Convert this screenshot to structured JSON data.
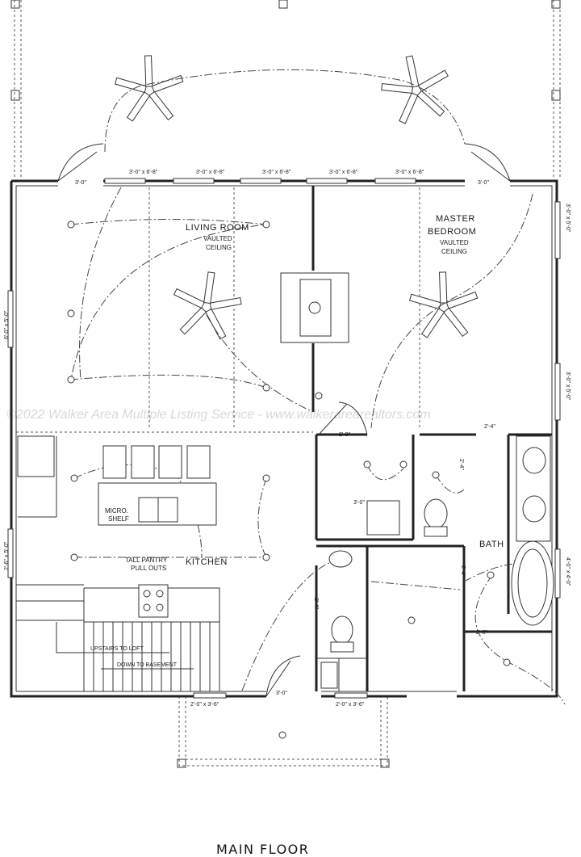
{
  "title": "MAIN FLOOR",
  "watermark": "©2022 Walker Area Multiple Listing Service - www.walkerarearealtors.com",
  "rooms": {
    "living": {
      "name": "LIVING ROOM",
      "line1": "VAULTED",
      "line2": "CEILING"
    },
    "master": {
      "name1": "MASTER",
      "name2": "BEDROOM",
      "line1": "VAULTED",
      "line2": "CEILING"
    },
    "kitchen": {
      "name": "KITCHEN"
    },
    "bath": {
      "name": "BATH"
    }
  },
  "kitchen_labels": {
    "micro1": "MICRO.",
    "micro2": "SHELF",
    "tall1": "TALL PANTRY",
    "tall2": "PULL OUTS"
  },
  "stairs": {
    "up": "UPSTAIRS TO LOFT",
    "down": "DOWN TO BASEMENT"
  },
  "dimensions": {
    "win_top": "3'-0\" x 6'-8\"",
    "door_left": "3'-0\"",
    "door_right": "3'-0\"",
    "left_wall": "6'-0\" x 5'-0\"",
    "left_lower": "2'-6\" x 5'-0\"",
    "right_upper": "3'-0\" x 5'-0\"",
    "right_mid": "3'-0\" x 5'-0\"",
    "right_lower": "4'-0\" x 4'-0\"",
    "hall_door": "2'-8\"",
    "bath_door": "2'-4\"",
    "closet_door": "2'-4\"",
    "wc_door": "2'-4\"",
    "shower_door": "2'-0\"",
    "bath2_door": "2'-4\"",
    "closet2": "3'-0\"",
    "front_door": "3'-0\"",
    "front_win_left": "2'-0\" x 3'-6\"",
    "front_win_right": "2'-0\" x 3'-6\""
  }
}
